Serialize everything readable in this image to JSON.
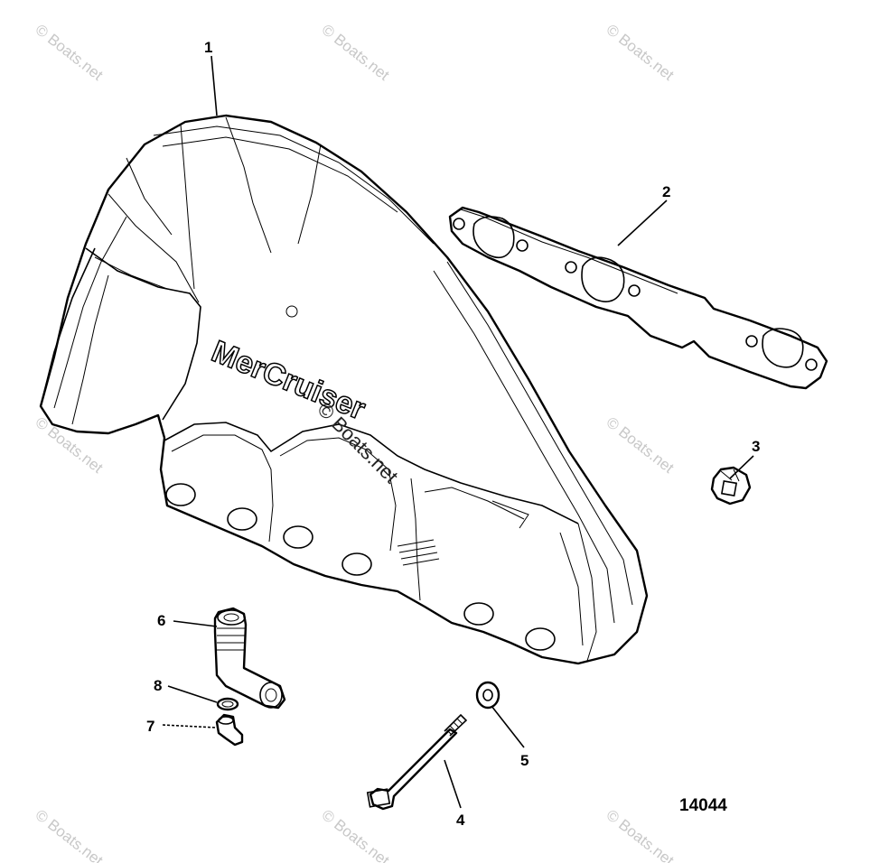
{
  "diagram": {
    "figure_number": "14044",
    "brand_mark": "MerCruiser",
    "watermark_text": "© Boats.net",
    "callouts": [
      {
        "id": "1",
        "label": "1"
      },
      {
        "id": "2",
        "label": "2"
      },
      {
        "id": "3",
        "label": "3"
      },
      {
        "id": "4",
        "label": "4"
      },
      {
        "id": "5",
        "label": "5"
      },
      {
        "id": "6",
        "label": "6"
      },
      {
        "id": "7",
        "label": "7"
      },
      {
        "id": "8",
        "label": "8"
      }
    ]
  }
}
